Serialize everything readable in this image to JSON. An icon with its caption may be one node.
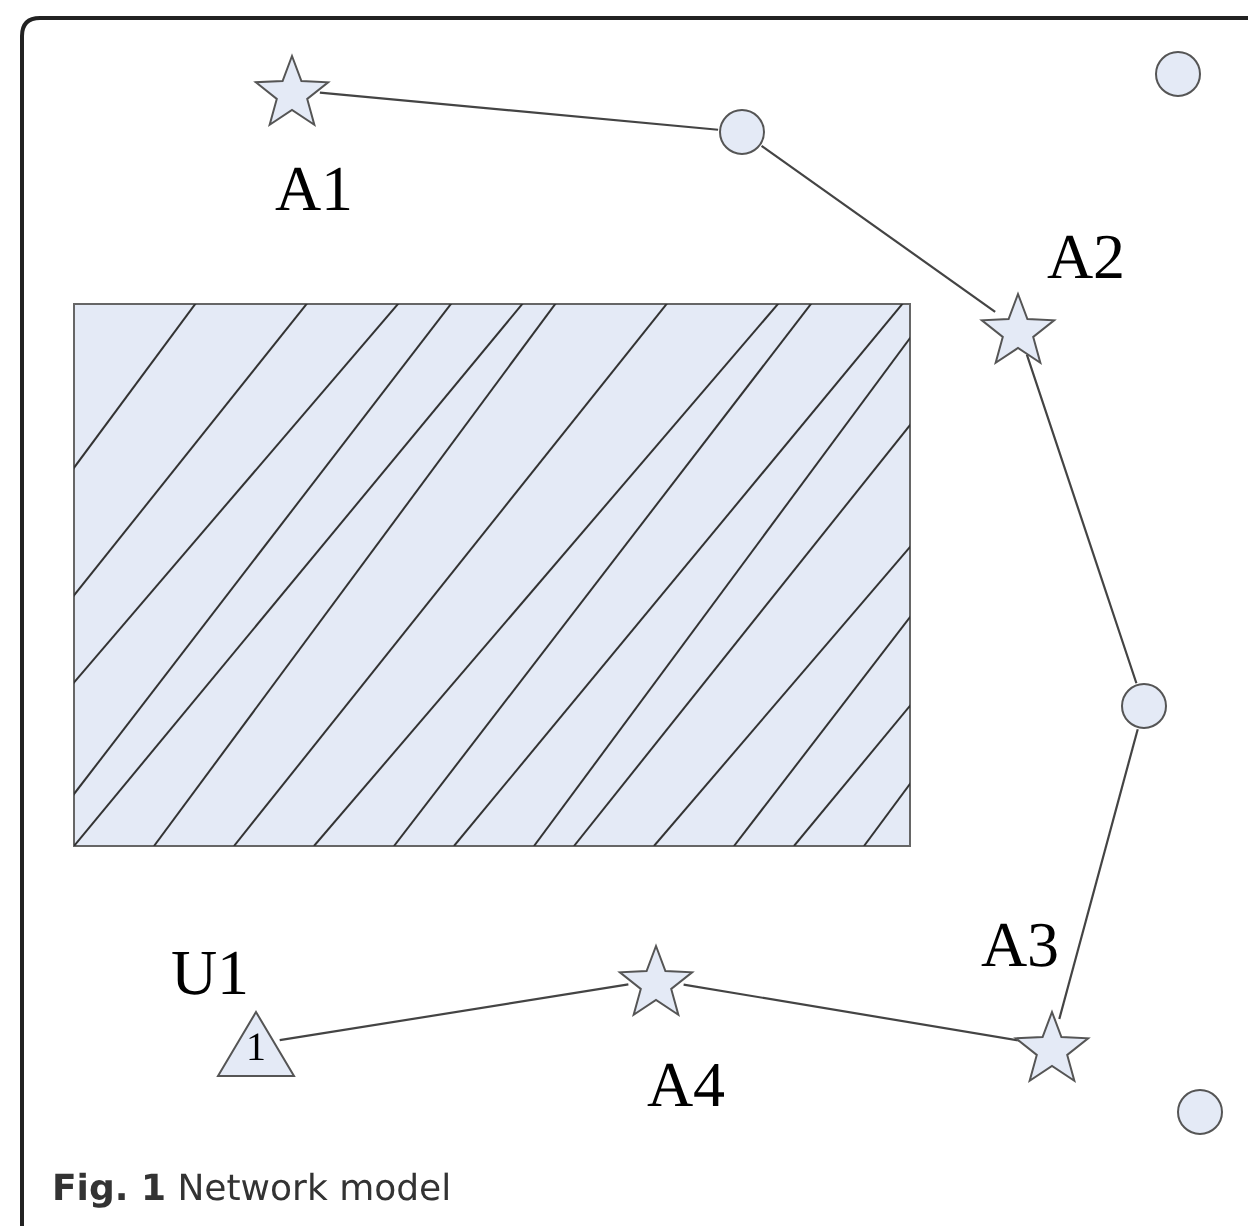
{
  "diagram": {
    "caption": "**Fig. 1** Network model",
    "nodes": [
      {
        "text": [],
        "shape": "star",
        "beside": [
          "A1"
        ]
      },
      {
        "text": [],
        "shape": "circle"
      },
      {
        "text": [],
        "shape": "circle"
      },
      {
        "text": [],
        "shape": "star",
        "beside": [
          "A2"
        ]
      },
      {
        "text": [],
        "shape": "circle"
      },
      {
        "text": [],
        "shape": "star",
        "beside": [
          "A3"
        ]
      },
      {
        "text": [],
        "shape": "star",
        "beside": [
          "A4"
        ]
      },
      {
        "text": [
          "1"
        ],
        "beside": [
          "U1"
        ]
      },
      {
        "text": [],
        "shape": "circle"
      }
    ],
    "edges": [
      {
        "from": 0,
        "to": 1,
        "arrow": "none"
      },
      {
        "from": 1,
        "to": 3,
        "arrow": "none"
      },
      {
        "from": 3,
        "to": 4,
        "arrow": "none"
      },
      {
        "from": 4,
        "to": 5,
        "arrow": "none"
      },
      {
        "from": 5,
        "to": 6,
        "arrow": "none"
      },
      {
        "from": 6,
        "to": 7,
        "arrow": "none"
      }
    ]
  }
}
